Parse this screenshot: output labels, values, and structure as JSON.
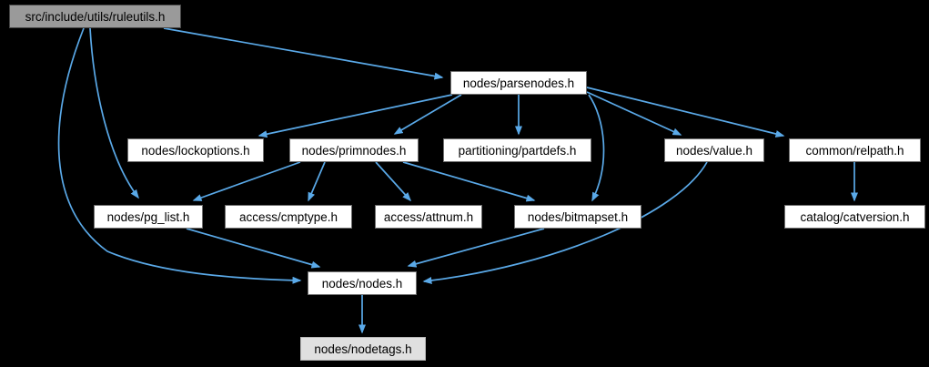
{
  "diagram": {
    "type": "include-dependency-graph",
    "colors": {
      "background": "#000000",
      "edge": "#5aa9e8",
      "node_fill": "#ffffff",
      "node_border": "#707070",
      "root_fill": "#9a9a9a",
      "truncated_fill": "#e0e0e0",
      "text": "#000000"
    },
    "nodes": {
      "ruleutils": {
        "label": "src/include/utils/ruleutils.h",
        "role": "root"
      },
      "parsenodes": {
        "label": "nodes/parsenodes.h",
        "role": "normal"
      },
      "lockoptions": {
        "label": "nodes/lockoptions.h",
        "role": "normal"
      },
      "primnodes": {
        "label": "nodes/primnodes.h",
        "role": "normal"
      },
      "partdefs": {
        "label": "partitioning/partdefs.h",
        "role": "normal"
      },
      "value": {
        "label": "nodes/value.h",
        "role": "normal"
      },
      "relpath": {
        "label": "common/relpath.h",
        "role": "normal"
      },
      "pg_list": {
        "label": "nodes/pg_list.h",
        "role": "normal"
      },
      "cmptype": {
        "label": "access/cmptype.h",
        "role": "normal"
      },
      "attnum": {
        "label": "access/attnum.h",
        "role": "normal"
      },
      "bitmapset": {
        "label": "nodes/bitmapset.h",
        "role": "normal"
      },
      "catversion": {
        "label": "catalog/catversion.h",
        "role": "normal"
      },
      "nodes": {
        "label": "nodes/nodes.h",
        "role": "normal"
      },
      "nodetags": {
        "label": "nodes/nodetags.h",
        "role": "truncated"
      }
    },
    "edges": [
      {
        "from": "ruleutils",
        "to": "parsenodes"
      },
      {
        "from": "ruleutils",
        "to": "pg_list"
      },
      {
        "from": "ruleutils",
        "to": "nodes"
      },
      {
        "from": "parsenodes",
        "to": "lockoptions"
      },
      {
        "from": "parsenodes",
        "to": "primnodes"
      },
      {
        "from": "parsenodes",
        "to": "partdefs"
      },
      {
        "from": "parsenodes",
        "to": "value"
      },
      {
        "from": "parsenodes",
        "to": "relpath"
      },
      {
        "from": "parsenodes",
        "to": "bitmapset"
      },
      {
        "from": "primnodes",
        "to": "pg_list"
      },
      {
        "from": "primnodes",
        "to": "cmptype"
      },
      {
        "from": "primnodes",
        "to": "attnum"
      },
      {
        "from": "primnodes",
        "to": "bitmapset"
      },
      {
        "from": "pg_list",
        "to": "nodes"
      },
      {
        "from": "bitmapset",
        "to": "nodes"
      },
      {
        "from": "value",
        "to": "nodes"
      },
      {
        "from": "relpath",
        "to": "catversion"
      },
      {
        "from": "nodes",
        "to": "nodetags"
      }
    ]
  }
}
